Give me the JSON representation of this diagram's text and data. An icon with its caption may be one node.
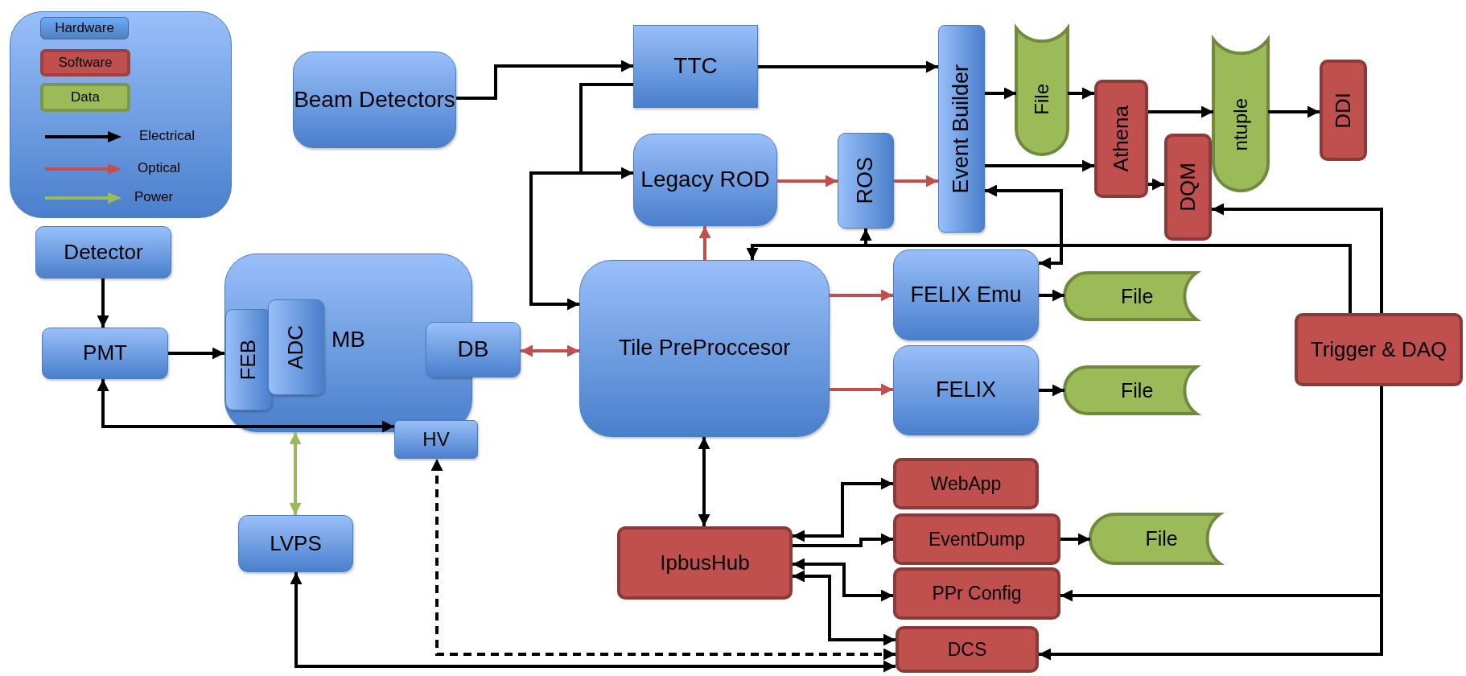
{
  "diagram": {
    "nodes": [
      {
        "text": [
          "Beam Detectors"
        ]
      },
      {
        "text": [
          "TTC"
        ]
      },
      {
        "text": [
          "Event Builder"
        ]
      },
      {
        "text": [
          "File"
        ]
      },
      {
        "text": [
          "Athena"
        ]
      },
      {
        "text": [
          "ntuple"
        ]
      },
      {
        "text": [
          "DDI"
        ]
      },
      {
        "text": [
          "DQM"
        ]
      },
      {
        "text": [
          "Legacy ROD"
        ]
      },
      {
        "text": [
          "ROS"
        ]
      },
      {
        "text": [
          "Detector"
        ]
      },
      {
        "text": [
          "MB"
        ]
      },
      {
        "text": [
          "FEB"
        ],
        "in": 11
      },
      {
        "text": [
          "ADC"
        ],
        "in": 11
      },
      {
        "text": [
          "DB"
        ]
      },
      {
        "text": [
          "PMT"
        ]
      },
      {
        "text": [
          "HV"
        ]
      },
      {
        "text": [
          "Tile PreProccesor"
        ]
      },
      {
        "text": [
          "FELIX Emu"
        ]
      },
      {
        "text": [
          "File"
        ]
      },
      {
        "text": [
          "FELIX"
        ]
      },
      {
        "text": [
          "File"
        ]
      },
      {
        "text": [
          "Trigger & DAQ"
        ]
      },
      {
        "text": [
          "LVPS"
        ]
      },
      {
        "text": [
          "IpbusHub"
        ]
      },
      {
        "text": [
          "WebApp"
        ]
      },
      {
        "text": [
          "EventDump"
        ]
      },
      {
        "text": [
          "File"
        ]
      },
      {
        "text": [
          "PPr Config"
        ]
      },
      {
        "text": [
          "DCS"
        ]
      }
    ],
    "edges": [
      {
        "from": 0,
        "to": 1,
        "arrow": "to"
      },
      {
        "from": 1,
        "to": 2,
        "arrow": "to"
      },
      {
        "from": 1,
        "to": 8,
        "arrow": "to"
      },
      {
        "from": 1,
        "to": 17,
        "arrow": "to"
      },
      {
        "from": 8,
        "to": 9,
        "arrow": "to",
        "color": "#c0504d"
      },
      {
        "from": 9,
        "to": 2,
        "arrow": "to",
        "color": "#c0504d"
      },
      {
        "from": 17,
        "to": 8,
        "arrow": "to",
        "color": "#c0504d"
      },
      {
        "from": 2,
        "to": 3,
        "arrow": "to"
      },
      {
        "from": 3,
        "to": 4,
        "arrow": "to"
      },
      {
        "from": 2,
        "to": 4,
        "arrow": "to"
      },
      {
        "from": 4,
        "to": 5,
        "arrow": "to"
      },
      {
        "from": 5,
        "to": 6,
        "arrow": "to"
      },
      {
        "from": 4,
        "to": 7,
        "arrow": "to"
      },
      {
        "from": 22,
        "to": 7,
        "arrow": "to"
      },
      {
        "from": 2,
        "to": 18,
        "arrow": "both"
      },
      {
        "from": 22,
        "to": 17,
        "arrow": "to"
      },
      {
        "from": 22,
        "to": 9,
        "arrow": "to"
      },
      {
        "from": 17,
        "to": 18,
        "arrow": "to",
        "color": "#c0504d"
      },
      {
        "from": 17,
        "to": 20,
        "arrow": "to",
        "color": "#c0504d"
      },
      {
        "from": 18,
        "to": 19,
        "arrow": "to"
      },
      {
        "from": 20,
        "to": 21,
        "arrow": "to"
      },
      {
        "from": 14,
        "to": 17,
        "arrow": "both",
        "color": "#c0504d"
      },
      {
        "from": 10,
        "to": 15,
        "arrow": "to"
      },
      {
        "from": 15,
        "to": 12,
        "arrow": "to"
      },
      {
        "from": 15,
        "to": 16,
        "arrow": "both"
      },
      {
        "from": 11,
        "to": 23,
        "arrow": "both",
        "color": "#9bbb59"
      },
      {
        "from": 29,
        "to": 16,
        "arrow": "both",
        "style": "dashed"
      },
      {
        "from": 29,
        "to": 23,
        "arrow": "both"
      },
      {
        "from": 17,
        "to": 24,
        "arrow": "both"
      },
      {
        "from": 24,
        "to": 25,
        "arrow": "both"
      },
      {
        "from": 24,
        "to": 26,
        "arrow": "to"
      },
      {
        "from": 24,
        "to": 28,
        "arrow": "both"
      },
      {
        "from": 24,
        "to": 29,
        "arrow": "both"
      },
      {
        "from": 26,
        "to": 27,
        "arrow": "to"
      },
      {
        "from": 22,
        "to": 28,
        "arrow": "to"
      },
      {
        "from": 22,
        "to": 29,
        "arrow": "to"
      }
    ],
    "legend": [
      {
        "text": "Hardware",
        "color": "#4f81bd"
      },
      {
        "text": "Software",
        "color": "#c0504d"
      },
      {
        "text": "Data",
        "color": "#9bbb59"
      },
      {
        "text": "Electrical"
      },
      {
        "text": "Optical"
      },
      {
        "text": "Power"
      }
    ]
  }
}
